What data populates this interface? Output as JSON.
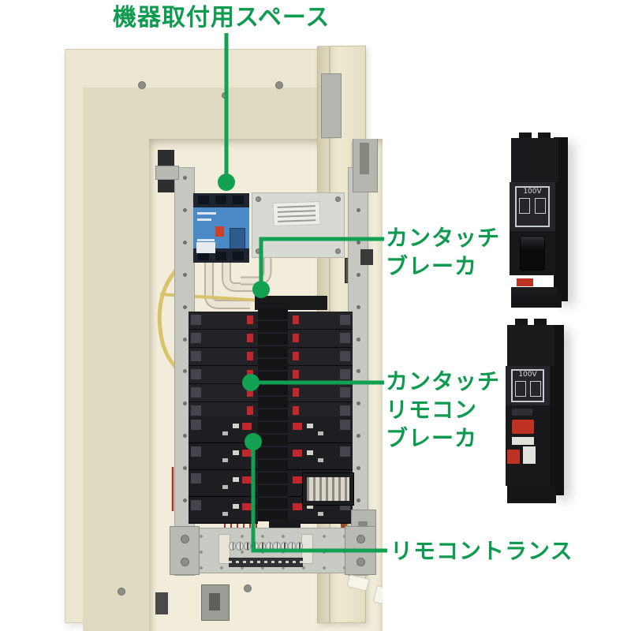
{
  "colors": {
    "annotation_green": "#12a053",
    "cabinet_cream": "#ebe6cf",
    "breaker_black": "#1c1c1f",
    "main_breaker_blue": "#4a8ac6",
    "tag_red": "#c1272d"
  },
  "annotations": {
    "mounting_space": {
      "label": "機器取付用スペース"
    },
    "kantouch_breaker": {
      "line1": "カンタッチ",
      "line2": "ブレーカ"
    },
    "kantouch_remote_breaker": {
      "line1": "カンタッチ",
      "line2": "リモコン",
      "line3": "ブレーカ"
    },
    "remote_transformer": {
      "label": "リモコントランス"
    }
  },
  "panel": {
    "branch_breakers": {
      "upper_rows": 6,
      "lower_rows": 4
    },
    "terminal_block": {
      "screws": 10
    },
    "struts": {
      "screws": 13
    }
  },
  "products": {
    "kantouch_breaker": {
      "voltage": "100V"
    },
    "kantouch_remote_breaker": {
      "voltage": "100V"
    }
  }
}
